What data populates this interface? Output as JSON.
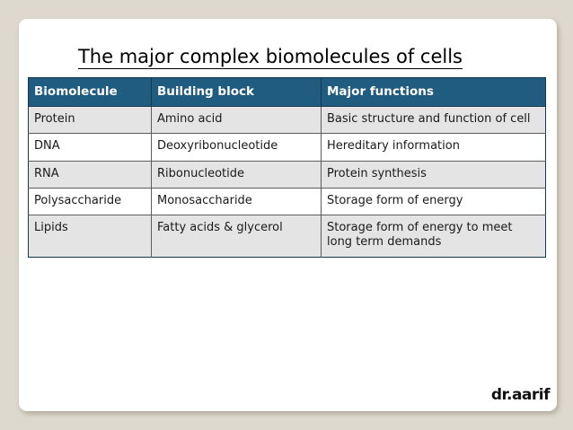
{
  "slide": {
    "title": "The major complex biomolecules of cells",
    "watermark": "dr.aarif",
    "background_color": "#ded9ce",
    "card_color": "#ffffff",
    "header_color": "#1f5c80",
    "stripe_color": "#e4e4e4"
  },
  "table": {
    "headers": [
      "Biomolecule",
      "Building block",
      "Major functions"
    ],
    "rows": [
      {
        "biomolecule": "Protein",
        "building_block": "Amino acid",
        "major_functions": "Basic structure and function of cell"
      },
      {
        "biomolecule": "DNA",
        "building_block": "Deoxyribonucleotide",
        "major_functions": "Hereditary information"
      },
      {
        "biomolecule": "RNA",
        "building_block": "Ribonucleotide",
        "major_functions": "Protein synthesis"
      },
      {
        "biomolecule": "Polysaccharide",
        "building_block": "Monosaccharide",
        "major_functions": "Storage form of energy"
      },
      {
        "biomolecule": "Lipids",
        "building_block": "Fatty acids & glycerol",
        "major_functions": "Storage form of energy to meet long term demands"
      }
    ]
  }
}
